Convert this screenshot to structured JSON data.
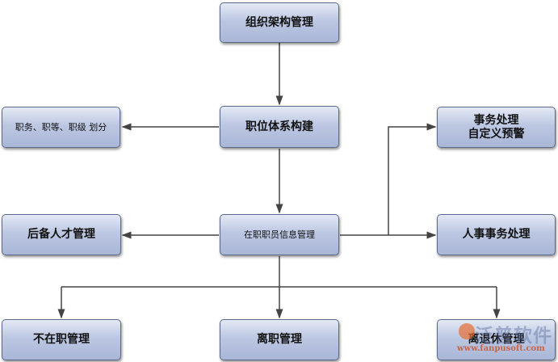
{
  "nodes": {
    "org": "组织架构管理",
    "position": "职位体系构建",
    "division": "职务、职等、职级 划分",
    "affairs_line1": "事务处理",
    "affairs_line2": "自定义预警",
    "reserve": "后备人才管理",
    "onjob": "在职职员信息管理",
    "hr_affairs": "人事事务处理",
    "not_onjob": "不在职管理",
    "resign": "离职管理",
    "retire": "离退休管理"
  },
  "watermark": {
    "name": "泛普软件",
    "url": "www.fanpusoft.com"
  }
}
